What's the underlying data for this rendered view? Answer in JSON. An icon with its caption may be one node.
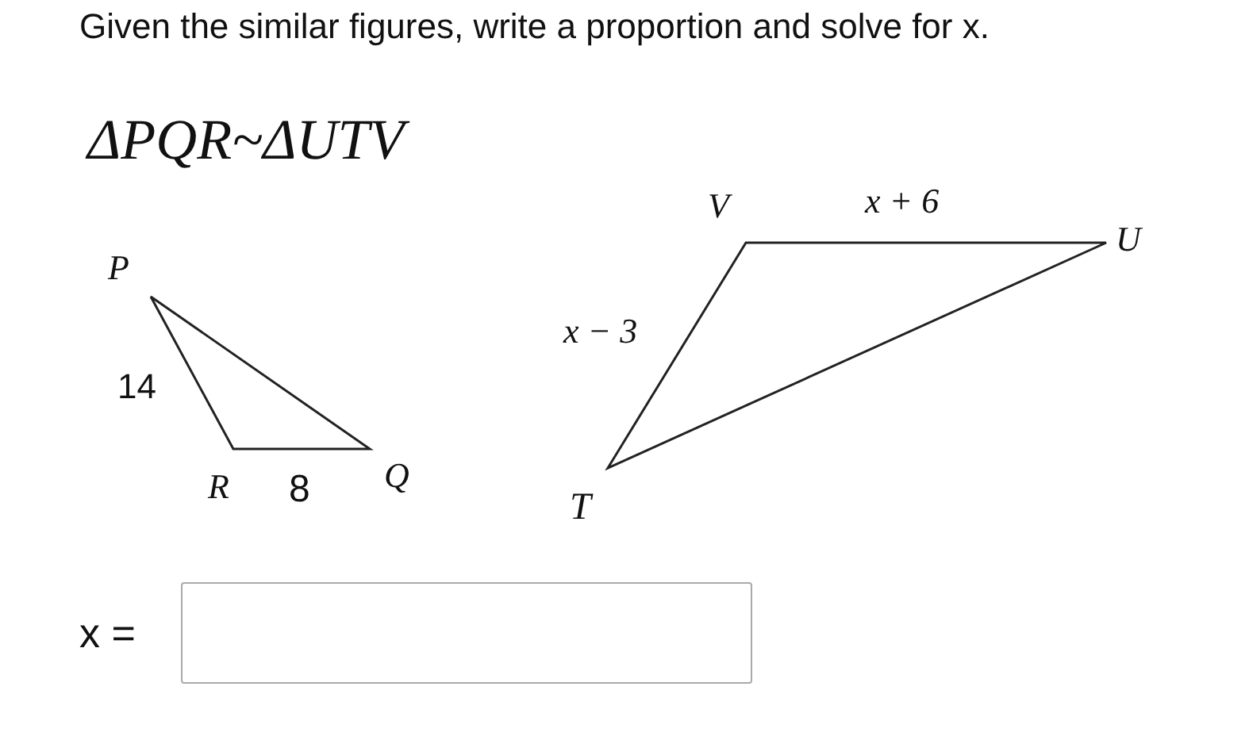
{
  "diagram": {
    "title": "Given the similar figures, write a proportion and solve for x.",
    "nodes": [
      {
        "text": [],
        "shape": "triangle"
      },
      {
        "text": [],
        "shape": "triangle"
      }
    ],
    "labels": [
      "ΔPQR~ΔUTV",
      "P",
      "14",
      "R",
      "8",
      "Q",
      "V",
      "x + 6",
      "U",
      "x − 3",
      "T",
      "x ="
    ]
  }
}
